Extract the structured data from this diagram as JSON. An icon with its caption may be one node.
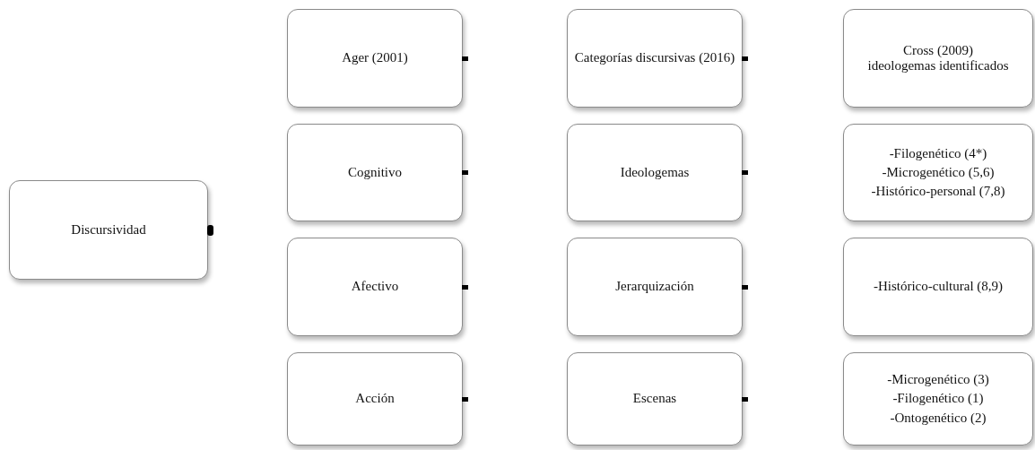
{
  "diagram": {
    "nodes": [
      {
        "text": [
          "Discursividad"
        ]
      },
      {
        "text": [
          "Ager (2001)"
        ]
      },
      {
        "text": [
          "Cognitivo"
        ]
      },
      {
        "text": [
          "Afectivo"
        ]
      },
      {
        "text": [
          "Acción"
        ]
      },
      {
        "text": [
          "Categorías discursivas (2016)"
        ]
      },
      {
        "text": [
          "Ideologemas"
        ]
      },
      {
        "text": [
          "Jerarquización"
        ]
      },
      {
        "text": [
          "Escenas"
        ]
      },
      {
        "text": [
          "Cross (2009)",
          "ideologemas identificados"
        ]
      },
      {
        "text": [
          "-Filogenético (4*)",
          "-Microgenético (5,6)",
          "-Histórico-personal (7,8)"
        ]
      },
      {
        "text": [
          "-Histórico-cultural (8,9)"
        ]
      },
      {
        "text": [
          "-Microgenético (3)",
          "-Filogenético (1)",
          "-Ontogenético (2)"
        ]
      }
    ]
  }
}
